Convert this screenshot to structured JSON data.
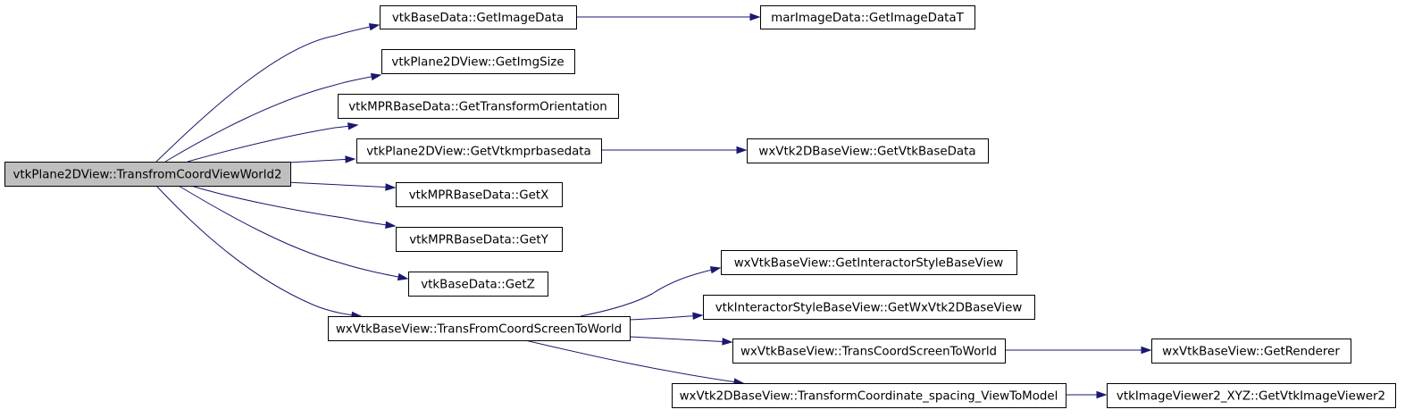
{
  "nodes": [
    {
      "id": "root",
      "label": "vtkPlane2DView::TransfromCoordViewWorld2"
    },
    {
      "id": "getImageData",
      "label": "vtkBaseData::GetImageData"
    },
    {
      "id": "getImageDataT",
      "label": "marImageData::GetImageDataT"
    },
    {
      "id": "getImgSize",
      "label": "vtkPlane2DView::GetImgSize"
    },
    {
      "id": "getTransformOrientation",
      "label": "vtkMPRBaseData::GetTransformOrientation"
    },
    {
      "id": "getVtkmprbasedata",
      "label": "vtkPlane2DView::GetVtkmprbasedata"
    },
    {
      "id": "getVtkBaseData",
      "label": "wxVtk2DBaseView::GetVtkBaseData"
    },
    {
      "id": "getX",
      "label": "vtkMPRBaseData::GetX"
    },
    {
      "id": "getY",
      "label": "vtkMPRBaseData::GetY"
    },
    {
      "id": "getZ",
      "label": "vtkBaseData::GetZ"
    },
    {
      "id": "transFromCoordScreenToWorld",
      "label": "wxVtkBaseView::TransFromCoordScreenToWorld"
    },
    {
      "id": "getInteractorStyleBaseView",
      "label": "wxVtkBaseView::GetInteractorStyleBaseView"
    },
    {
      "id": "getWxVtk2DBaseView",
      "label": "vtkInteractorStyleBaseView::GetWxVtk2DBaseView"
    },
    {
      "id": "transCoordScreenToWorld",
      "label": "wxVtkBaseView::TransCoordScreenToWorld"
    },
    {
      "id": "getRenderer",
      "label": "wxVtkBaseView::GetRenderer"
    },
    {
      "id": "transformCoordinate",
      "label": "wxVtk2DBaseView::TransformCoordinate_spacing_ViewToModel"
    },
    {
      "id": "getVtkImageViewer2",
      "label": "vtkImageViewer2_XYZ::GetVtkImageViewer2"
    }
  ],
  "edges": [
    {
      "from": "root",
      "to": "getImageData"
    },
    {
      "from": "root",
      "to": "getImgSize"
    },
    {
      "from": "root",
      "to": "getTransformOrientation"
    },
    {
      "from": "root",
      "to": "getVtkmprbasedata"
    },
    {
      "from": "root",
      "to": "getX"
    },
    {
      "from": "root",
      "to": "getY"
    },
    {
      "from": "root",
      "to": "getZ"
    },
    {
      "from": "root",
      "to": "transFromCoordScreenToWorld"
    },
    {
      "from": "getImageData",
      "to": "getImageDataT"
    },
    {
      "from": "getVtkmprbasedata",
      "to": "getVtkBaseData"
    },
    {
      "from": "transFromCoordScreenToWorld",
      "to": "getInteractorStyleBaseView"
    },
    {
      "from": "transFromCoordScreenToWorld",
      "to": "getWxVtk2DBaseView"
    },
    {
      "from": "transFromCoordScreenToWorld",
      "to": "transCoordScreenToWorld"
    },
    {
      "from": "transFromCoordScreenToWorld",
      "to": "transformCoordinate"
    },
    {
      "from": "transCoordScreenToWorld",
      "to": "getRenderer"
    },
    {
      "from": "transformCoordinate",
      "to": "getVtkImageViewer2"
    }
  ],
  "colors": {
    "edge": "#191970",
    "root_fill": "#bfbfbf",
    "node_fill": "#ffffff",
    "node_stroke": "#000000"
  }
}
